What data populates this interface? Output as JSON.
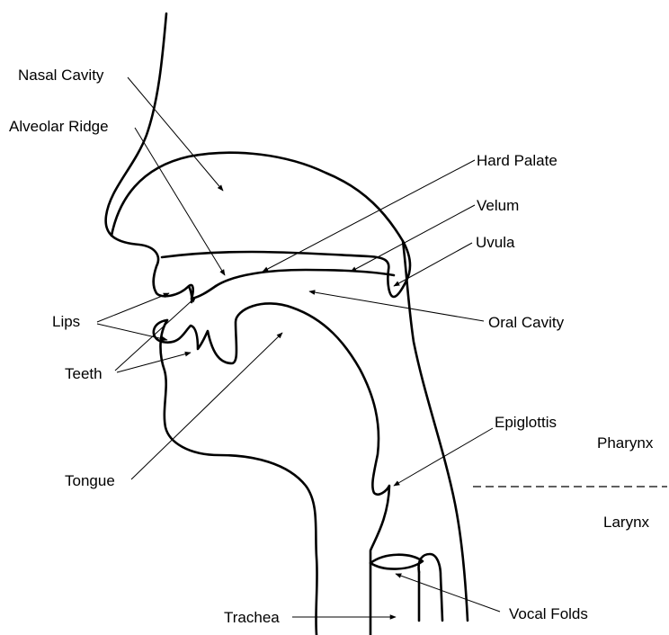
{
  "labels": {
    "nasal_cavity": "Nasal Cavity",
    "alveolar_ridge": "Alveolar Ridge",
    "hard_palate": "Hard Palate",
    "velum": "Velum",
    "uvula": "Uvula",
    "lips": "Lips",
    "oral_cavity": "Oral Cavity",
    "teeth": "Teeth",
    "epiglottis": "Epiglottis",
    "pharynx": "Pharynx",
    "larynx": "Larynx",
    "tongue": "Tongue",
    "trachea": "Trachea",
    "vocal_folds": "Vocal Folds"
  }
}
